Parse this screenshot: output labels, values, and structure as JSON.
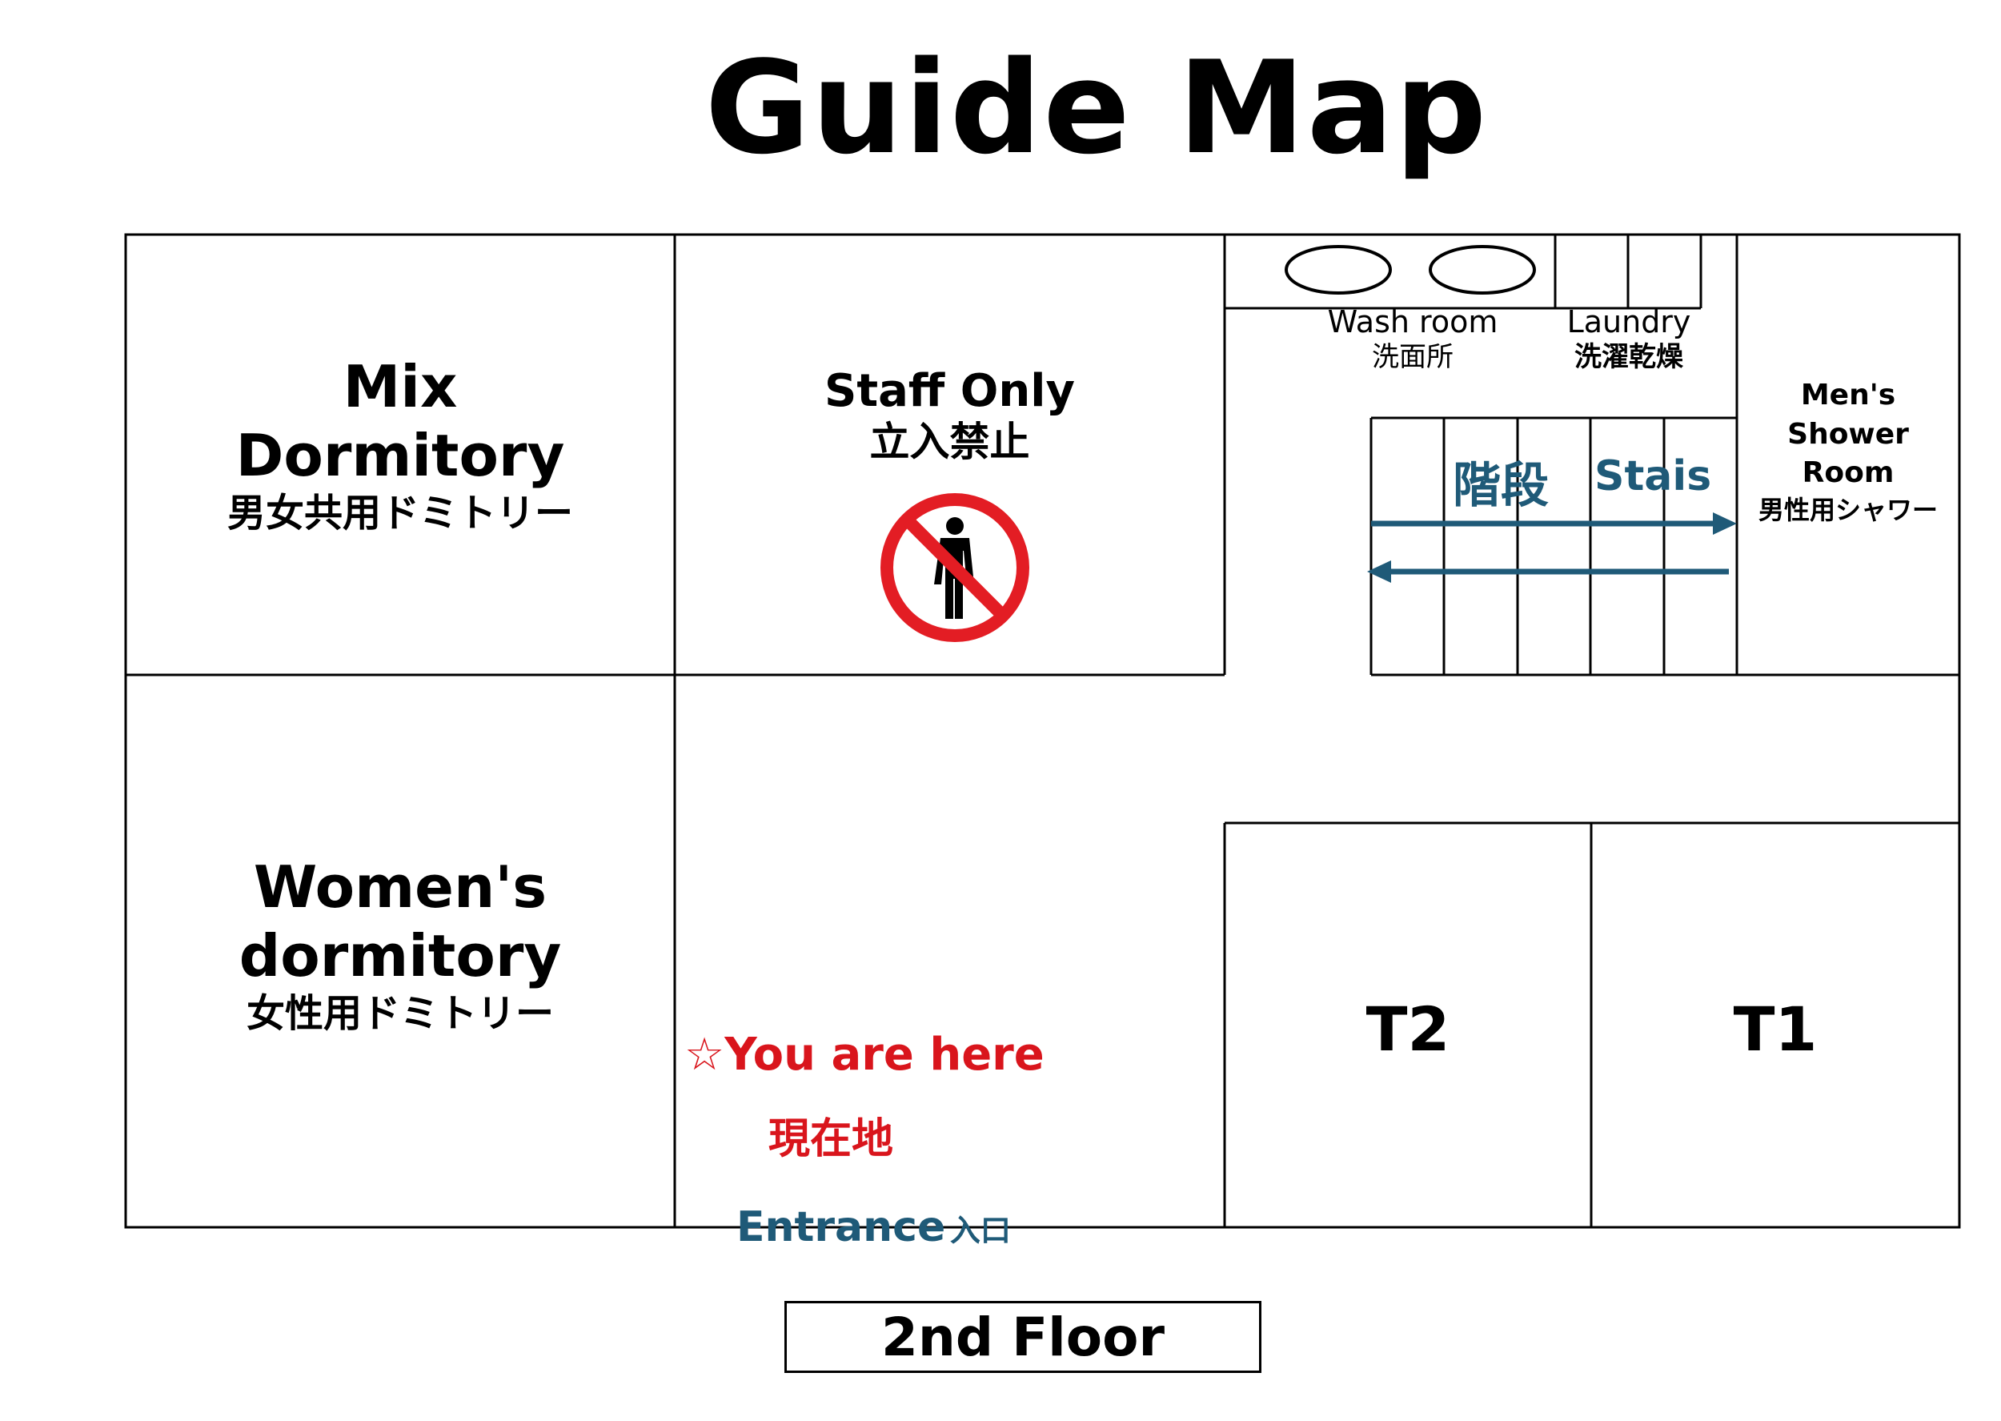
{
  "title": "Guide Map",
  "rooms": {
    "mix_dormitory": {
      "en_line1": "Mix",
      "en_line2": "Dormitory",
      "jp": "男女共用ドミトリー"
    },
    "staff_only": {
      "en": "Staff Only",
      "jp": "立入禁止"
    },
    "wash_room": {
      "en": "Wash room",
      "jp": "洗面所"
    },
    "laundry": {
      "en": "Laundry",
      "jp": "洗濯乾燥"
    },
    "stairs": {
      "jp": "階段",
      "en": "Stais"
    },
    "mens_shower": {
      "en_line1": "Men's",
      "en_line2": "Shower",
      "en_line3": "Room",
      "jp": "男性用シャワー"
    },
    "womens_dormitory": {
      "en_line1": "Women's",
      "en_line2": "dormitory",
      "jp": "女性用ドミトリー"
    },
    "t2": {
      "label": "T2"
    },
    "t1": {
      "label": "T1"
    }
  },
  "you_are_here": {
    "star": "☆",
    "en": "You are here",
    "jp": "現在地"
  },
  "entrance": {
    "en": "Entrance",
    "jp": "入口"
  },
  "floor": "2nd Floor",
  "colors": {
    "teal": "#1f5a78",
    "red": "#d9151c",
    "line": "#000000"
  },
  "icons": {
    "no_entry": "no-entry-person-icon",
    "arrows": "stairs-direction-arrows"
  }
}
